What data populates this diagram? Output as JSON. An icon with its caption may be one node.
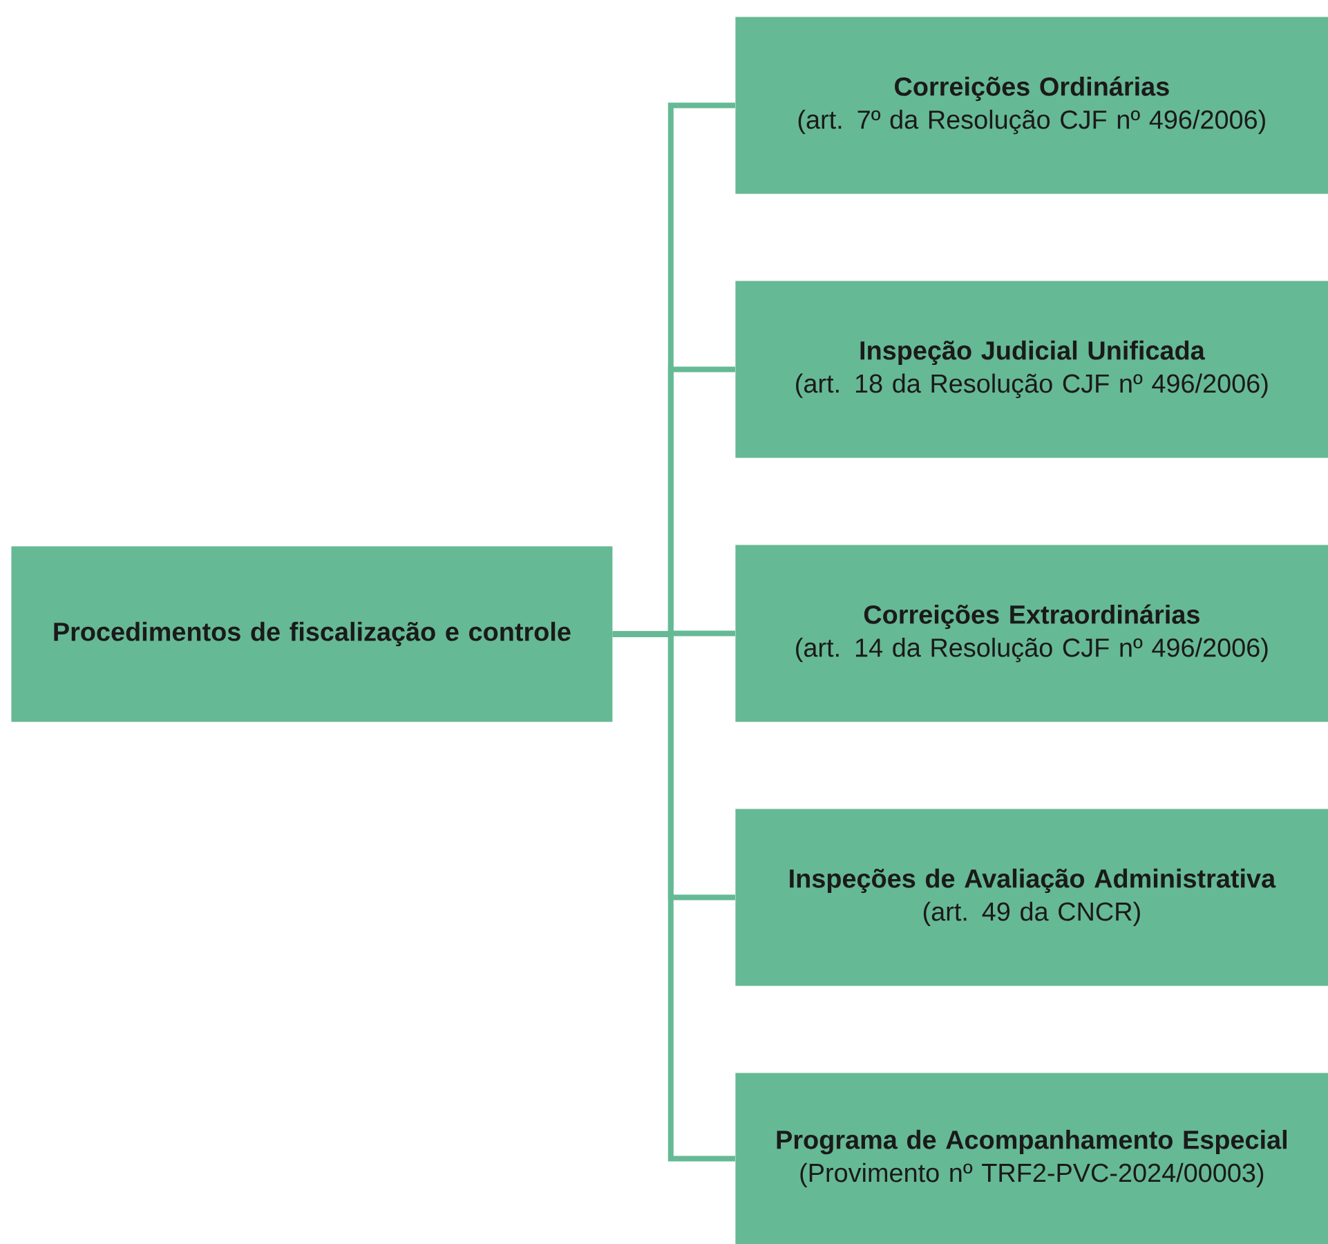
{
  "diagram": {
    "nodes": [
      {
        "text": [
          "Procedimentos de fiscalização e controle"
        ]
      },
      {
        "text": [
          "Correições Ordinárias",
          "(art. 7º da Resolução CJF nº 496/2006)"
        ]
      },
      {
        "text": [
          "Inspeção Judicial Unificada",
          "(art. 18 da Resolução CJF nº 496/2006)"
        ]
      },
      {
        "text": [
          "Correições Extraordinárias",
          "(art. 14 da Resolução CJF nº 496/2006)"
        ]
      },
      {
        "text": [
          "Inspeções de Avaliação Administrativa",
          "(art. 49 da CNCR)"
        ]
      },
      {
        "text": [
          "Programa de Acompanhamento Especial",
          "(Provimento nº TRF2-PVC-2024/00003)"
        ]
      }
    ],
    "edges": [
      {
        "from": 0,
        "to": 1,
        "arrow": "none"
      },
      {
        "from": 0,
        "to": 2,
        "arrow": "none"
      },
      {
        "from": 0,
        "to": 3,
        "arrow": "none"
      },
      {
        "from": 0,
        "to": 4,
        "arrow": "none"
      },
      {
        "from": 0,
        "to": 5,
        "arrow": "none"
      }
    ]
  }
}
